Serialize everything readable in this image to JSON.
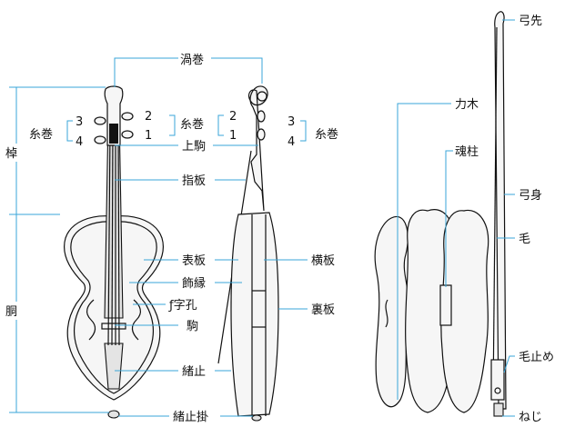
{
  "labels": {
    "uzumaki": "渦巻",
    "itomaki": "糸巻",
    "sao": "棹",
    "do": "胴",
    "kamagoma": "上駒",
    "shiban": "指板",
    "omoteita": "表板",
    "kazaribuchi": "飾縁",
    "fjiko": "ƒ字孔",
    "koma": "駒",
    "ochidome": "緒止",
    "ochidomekake": "緒止掛",
    "yokoita": "横板",
    "uraita": "裏板",
    "chikaragi": "力木",
    "konchu": "魂柱",
    "yumisaki": "弓先",
    "yumimi": "弓身",
    "ke": "毛",
    "kedome": "毛止め",
    "neji": "ねじ"
  },
  "peg_numbers": {
    "left": [
      "3",
      "4"
    ],
    "middle": [
      "2",
      "1"
    ],
    "side_left": [
      "2",
      "1"
    ],
    "side_right": [
      "3",
      "4"
    ]
  },
  "colors": {
    "leader": "#3aa6d8",
    "ink": "#111111"
  }
}
